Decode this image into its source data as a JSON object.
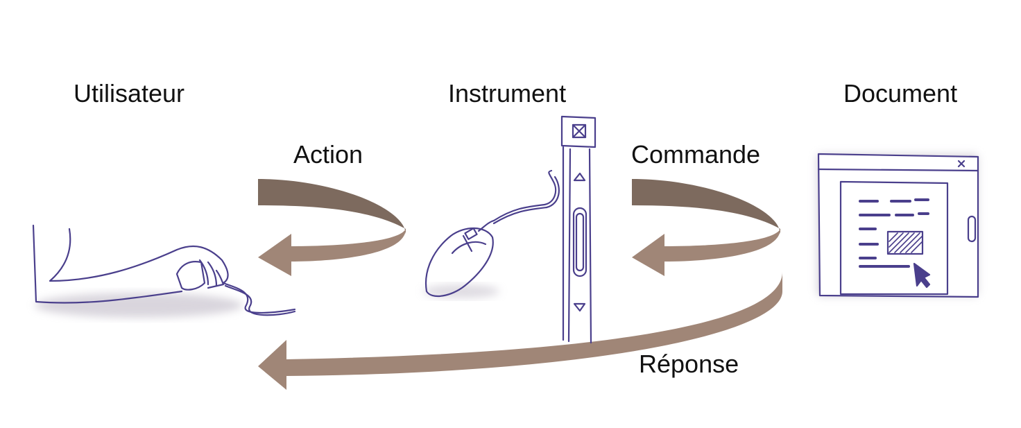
{
  "labels": {
    "user": "Utilisateur",
    "instrument": "Instrument",
    "document": "Document",
    "action": "Action",
    "command": "Commande",
    "response": "Réponse"
  },
  "colors": {
    "arrow_light": "#a08677",
    "arrow_dark": "#7d6a5e",
    "ink": "#4a3f8c",
    "shadow": "#c9c4cf"
  },
  "icons": [
    "hand-on-mouse-icon",
    "mouse-icon",
    "scrollbar-icon",
    "document-window-icon"
  ]
}
